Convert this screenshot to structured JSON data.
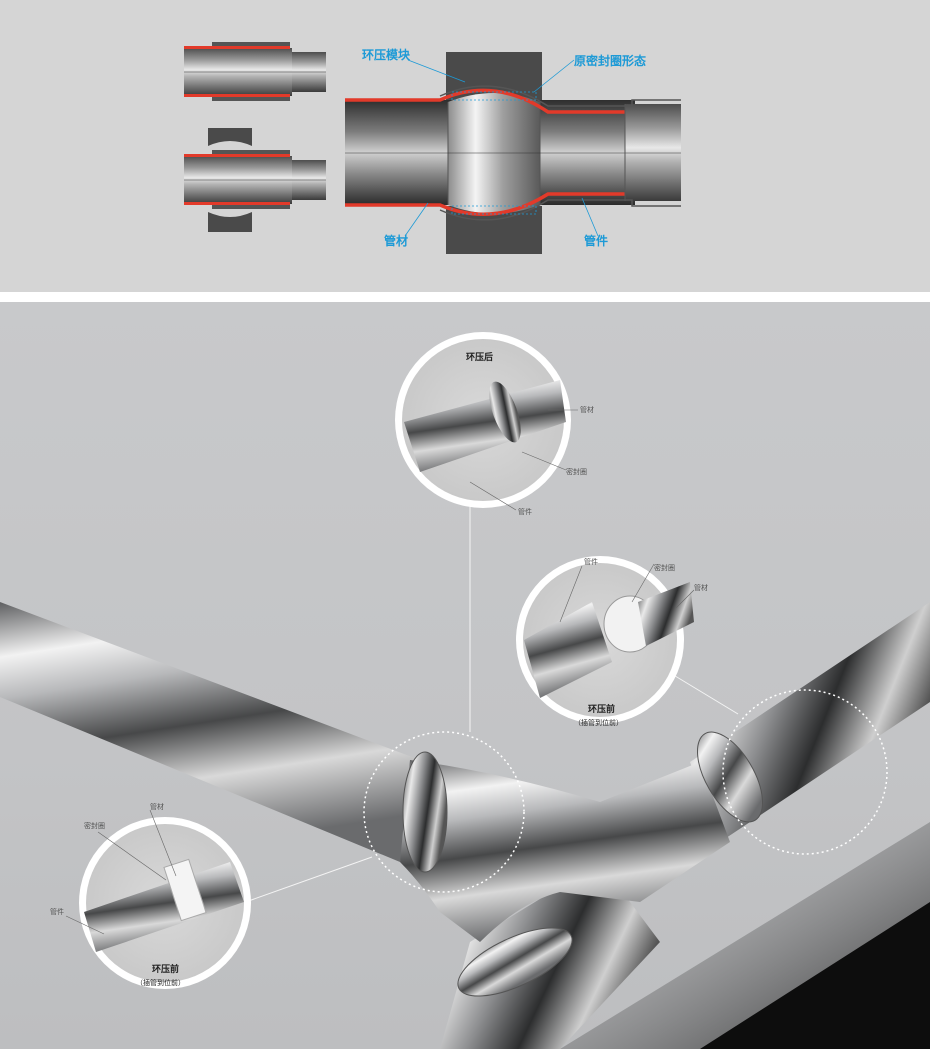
{
  "top": {
    "labels": {
      "press_module": "环压模块",
      "seal_shape": "原密封圈形态",
      "pipe": "管材",
      "fitting": "管件"
    }
  },
  "bottom": {
    "callout_after": {
      "title": "环压后",
      "pipe": "管材",
      "seal": "密封圈",
      "fitting": "管件"
    },
    "callout_right": {
      "fitting": "管件",
      "seal": "密封圈",
      "pipe": "管材",
      "title": "环压前",
      "subtitle": "（插管到位前）"
    },
    "callout_left": {
      "pipe": "管材",
      "seal": "密封圈",
      "fitting": "管件",
      "title": "环压前",
      "subtitle": "（插管到位前）"
    }
  },
  "colors": {
    "accent_blue": "#1d9ad6",
    "red_seal": "#e23a2a",
    "block_gray": "#4a4a4a"
  }
}
